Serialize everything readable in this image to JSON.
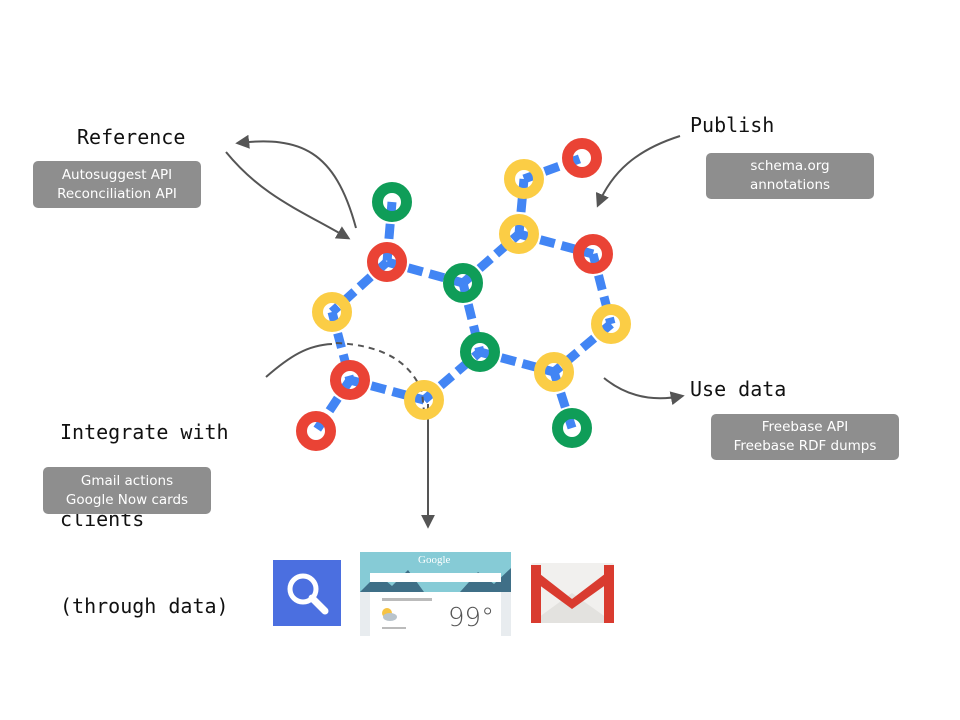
{
  "sections": {
    "reference": {
      "title": "Reference",
      "tags": [
        "Autosuggest API",
        "Reconciliation API"
      ]
    },
    "publish": {
      "title": "Publish",
      "tags": [
        "schema.org",
        "annotations"
      ]
    },
    "integrate": {
      "title_lines": [
        "Integrate with",
        "clients",
        "(through data)"
      ],
      "tags": [
        "Gmail actions",
        "Google Now cards"
      ]
    },
    "use_data": {
      "title": "Use data",
      "tags": [
        "Freebase API",
        "Freebase RDF dumps"
      ]
    }
  },
  "colors": {
    "bond": "#4285f4",
    "red": "#ea4335",
    "yellow": "#fbcd45",
    "green": "#0f9d58",
    "tag_bg": "#8e8e8e",
    "arrow": "#555555"
  },
  "apps": {
    "search_icon": "search-icon",
    "now_card": {
      "logo": "Google",
      "temperature": "99°"
    },
    "gmail_icon": "gmail-icon"
  }
}
